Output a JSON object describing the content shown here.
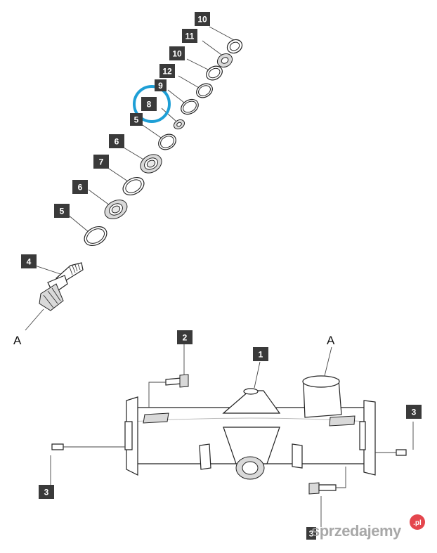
{
  "diagram": {
    "callouts": [
      "10",
      "11",
      "10",
      "12",
      "9",
      "8",
      "5",
      "6",
      "7",
      "6",
      "5",
      "4",
      "2",
      "1",
      "3",
      "3",
      "3"
    ],
    "reference_letters": [
      "A",
      "A"
    ],
    "highlight_color": "#1e9fd6",
    "callout_color": "#3a3a3a"
  },
  "watermark": {
    "text": "sprzedajemy",
    "badge": ".pl",
    "badge_color": "#e0262e"
  }
}
